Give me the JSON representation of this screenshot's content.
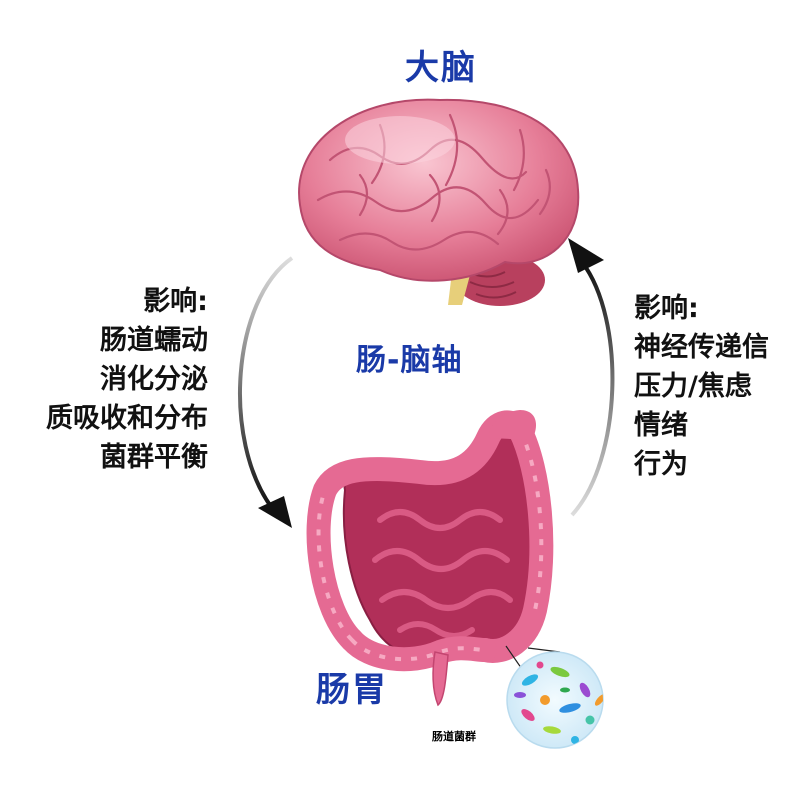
{
  "labels": {
    "brain": "大脑",
    "axis": "肠-脑轴",
    "gut": "肠胃",
    "microbiota": "肠道菌群"
  },
  "left_effects": {
    "heading": "影响:",
    "items": [
      "肠道蠕动",
      "消化分泌",
      "质吸收和分布",
      "菌群平衡"
    ]
  },
  "right_effects": {
    "heading": "影响:",
    "items": [
      "神经传递信",
      "压力/焦虑",
      "情绪",
      "行为"
    ]
  },
  "colors": {
    "title_blue": "#1a3aa8",
    "brain_pink": "#e06a86",
    "brain_light": "#f7b7c6",
    "intestine_pink": "#e05b86",
    "intestine_dark": "#a5264e",
    "arrow_black": "#111111"
  }
}
